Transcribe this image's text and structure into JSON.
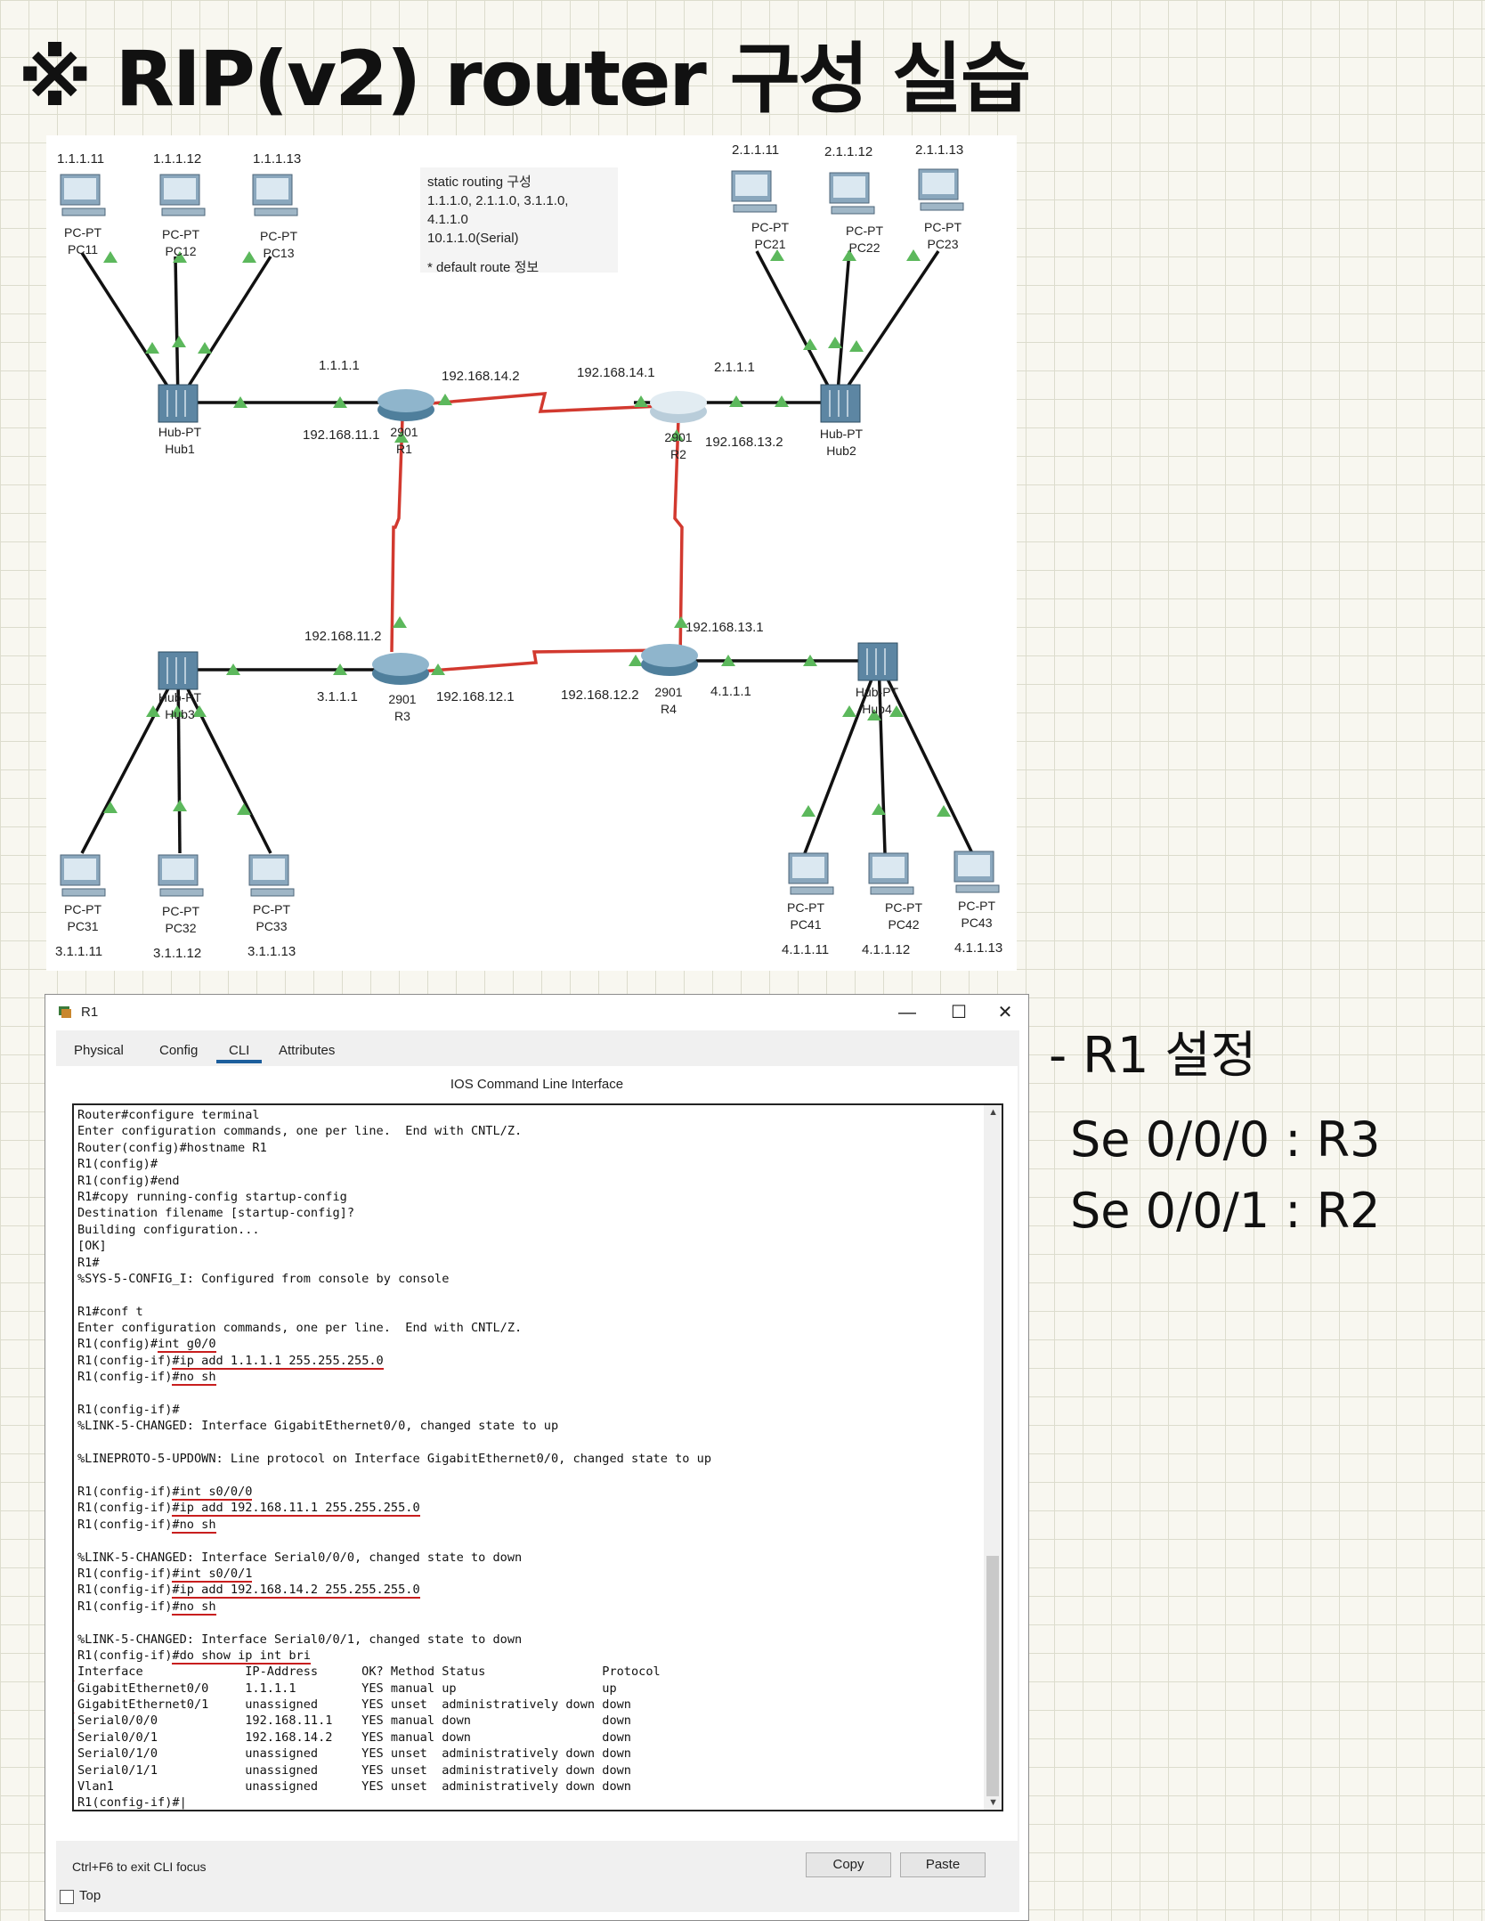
{
  "title": "※ RIP(v2) router 구성 실습",
  "handnote": {
    "heading": "- R1 설정",
    "line1": "Se 0/0/0 : R3",
    "line2": "Se 0/0/1 : R2"
  },
  "colors": {
    "serial_link": "#d2392f",
    "ethernet_link": "#111111",
    "port_up": "#5cb85c",
    "annotation_red": "#c81e1e"
  },
  "diagram": {
    "note": {
      "line1": "static routing 구성",
      "line2": "1.1.1.0, 2.1.1.0, 3.1.1.0, 4.1.1.0",
      "line3": "10.1.1.0(Serial)",
      "line4": "* default route 정보"
    },
    "pcs": [
      {
        "ip": "1.1.1.11",
        "model": "PC-PT",
        "name": "PC11"
      },
      {
        "ip": "1.1.1.12",
        "model": "PC-PT",
        "name": "PC12"
      },
      {
        "ip": "1.1.1.13",
        "model": "PC-PT",
        "name": "PC13"
      },
      {
        "ip": "2.1.1.11",
        "model": "PC-PT",
        "name": "PC21"
      },
      {
        "ip": "2.1.1.12",
        "model": "PC-PT",
        "name": "PC22"
      },
      {
        "ip": "2.1.1.13",
        "model": "PC-PT",
        "name": "PC23"
      },
      {
        "ip": "3.1.1.11",
        "model": "PC-PT",
        "name": "PC31"
      },
      {
        "ip": "3.1.1.12",
        "model": "PC-PT",
        "name": "PC32"
      },
      {
        "ip": "3.1.1.13",
        "model": "PC-PT",
        "name": "PC33"
      },
      {
        "ip": "4.1.1.11",
        "model": "PC-PT",
        "name": "PC41"
      },
      {
        "ip": "4.1.1.12",
        "model": "PC-PT",
        "name": "PC42"
      },
      {
        "ip": "4.1.1.13",
        "model": "PC-PT",
        "name": "PC43"
      }
    ],
    "hubs": [
      {
        "model": "Hub-PT",
        "name": "Hub1"
      },
      {
        "model": "Hub-PT",
        "name": "Hub2"
      },
      {
        "model": "Hub-PT",
        "name": "Hub3"
      },
      {
        "model": "Hub-PT",
        "name": "Hub4"
      }
    ],
    "routers": [
      {
        "model": "2901",
        "name": "R1"
      },
      {
        "model": "2901",
        "name": "R2"
      },
      {
        "model": "2901",
        "name": "R3"
      },
      {
        "model": "2901",
        "name": "R4"
      }
    ],
    "addresses": {
      "r1_gig": "1.1.1.1",
      "r1_s000": "192.168.11.1",
      "r1_s001": "192.168.14.2",
      "r2_s": "192.168.14.1",
      "r2_gig": "2.1.1.1",
      "r2_s2": "192.168.13.2",
      "r3_s_up": "192.168.11.2",
      "r3_gig": "3.1.1.1",
      "r3_s_right": "192.168.12.1",
      "r4_s_left": "192.168.12.2",
      "r4_s_up": "192.168.13.1",
      "r4_gig": "4.1.1.1"
    }
  },
  "window": {
    "title": "R1",
    "minimize": "—",
    "maximize": "☐",
    "close": "✕",
    "tabs": [
      "Physical",
      "Config",
      "CLI",
      "Attributes"
    ],
    "cli_heading": "IOS Command Line Interface",
    "hint": "Ctrl+F6 to exit CLI focus",
    "copy_label": "Copy",
    "paste_label": "Paste",
    "top_label": "Top",
    "console_lines": [
      {
        "pre": "Router#configure terminal"
      },
      {
        "pre": "Enter configuration commands, one per line.  End with CNTL/Z."
      },
      {
        "pre": "Router(config)#hostname R1"
      },
      {
        "pre": "R1(config)#"
      },
      {
        "pre": "R1(config)#end"
      },
      {
        "pre": "R1#copy running-config startup-config"
      },
      {
        "pre": "Destination filename [startup-config]?"
      },
      {
        "pre": "Building configuration..."
      },
      {
        "pre": "[OK]"
      },
      {
        "pre": "R1#"
      },
      {
        "pre": "%SYS-5-CONFIG_I: Configured from console by console"
      },
      {
        "pre": ""
      },
      {
        "pre": "R1#conf t"
      },
      {
        "pre": "Enter configuration commands, one per line.  End with CNTL/Z."
      },
      {
        "pre": "R1(config)#",
        "cmd": "int g0/0"
      },
      {
        "pre": "R1(config-if)",
        "cmd": "#ip add 1.1.1.1 255.255.255.0"
      },
      {
        "pre": "R1(config-if)",
        "cmd": "#no sh"
      },
      {
        "pre": ""
      },
      {
        "pre": "R1(config-if)#"
      },
      {
        "pre": "%LINK-5-CHANGED: Interface GigabitEthernet0/0, changed state to up"
      },
      {
        "pre": ""
      },
      {
        "pre": "%LINEPROTO-5-UPDOWN: Line protocol on Interface GigabitEthernet0/0, changed state to up"
      },
      {
        "pre": ""
      },
      {
        "pre": "R1(config-if)",
        "cmd": "#int s0/0/0"
      },
      {
        "pre": "R1(config-if)",
        "cmd": "#ip add 192.168.11.1 255.255.255.0"
      },
      {
        "pre": "R1(config-if)",
        "cmd": "#no sh"
      },
      {
        "pre": ""
      },
      {
        "pre": "%LINK-5-CHANGED: Interface Serial0/0/0, changed state to down"
      },
      {
        "pre": "R1(config-if)",
        "cmd": "#int s0/0/1"
      },
      {
        "pre": "R1(config-if)",
        "cmd": "#ip add 192.168.14.2 255.255.255.0"
      },
      {
        "pre": "R1(config-if)",
        "cmd": "#no sh"
      },
      {
        "pre": ""
      },
      {
        "pre": "%LINK-5-CHANGED: Interface Serial0/0/1, changed state to down"
      },
      {
        "pre": "R1(config-if)",
        "cmd": "#do show ip int bri"
      },
      {
        "pre": "Interface              IP-Address      OK? Method Status                Protocol"
      },
      {
        "pre": "GigabitEthernet0/0     1.1.1.1         YES manual up                    up",
        "check": "✓"
      },
      {
        "pre": "GigabitEthernet0/1     unassigned      YES unset  administratively down down"
      },
      {
        "pre": "Serial0/0/0            192.168.11.1    YES manual down                  down",
        "check": "✓"
      },
      {
        "pre": "Serial0/0/1            192.168.14.2    YES manual down                  down",
        "check": "✓"
      },
      {
        "pre": "Serial0/1/0            unassigned      YES unset  administratively down down"
      },
      {
        "pre": "Serial0/1/1            unassigned      YES unset  administratively down down"
      },
      {
        "pre": "Vlan1                  unassigned      YES unset  administratively down down"
      },
      {
        "pre": "R1(config-if)#|"
      }
    ]
  }
}
